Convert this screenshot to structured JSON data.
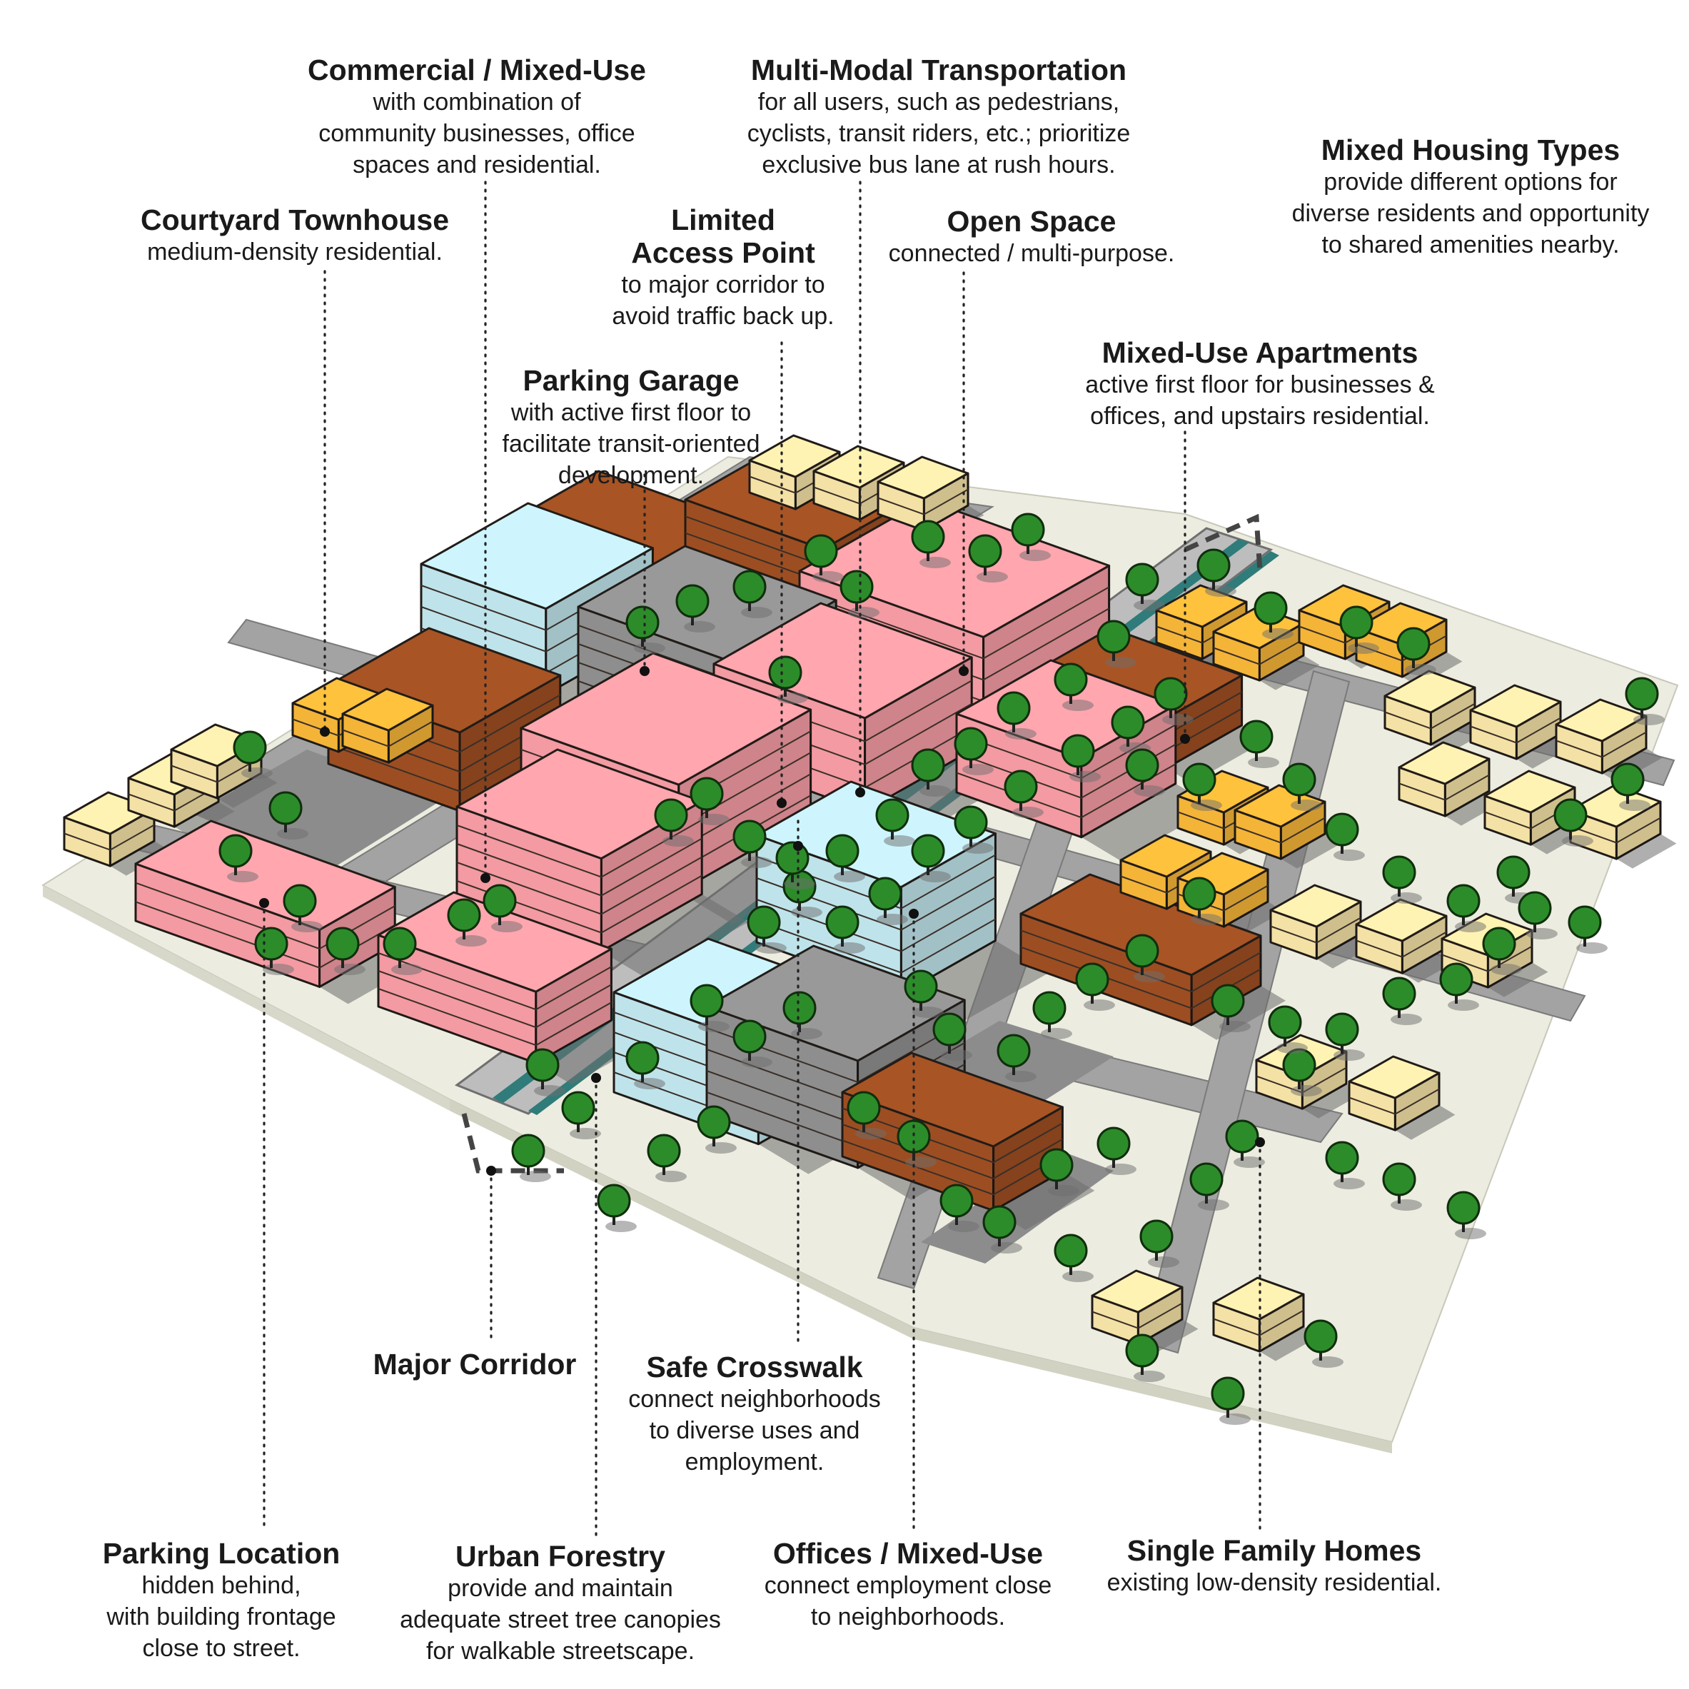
{
  "labels": [
    {
      "id": "commercial-mixed-use",
      "title": "Commercial / Mixed-Use",
      "desc": [
        "with combination of",
        "community businesses, office",
        "spaces and residential."
      ]
    },
    {
      "id": "multi-modal-transportation",
      "title": "Multi-Modal Transportation",
      "desc": [
        "for all users, such as pedestrians,",
        "cyclists, transit riders, etc.; prioritize",
        "exclusive bus lane at rush hours."
      ]
    },
    {
      "id": "mixed-housing-types",
      "title": "Mixed Housing Types",
      "desc": [
        "provide different options for",
        "diverse residents and opportunity",
        "to shared amenities nearby."
      ]
    },
    {
      "id": "courtyard-townhouse",
      "title": "Courtyard Townhouse",
      "desc": [
        "medium-density residential."
      ]
    },
    {
      "id": "limited-access-point",
      "title": "Limited\nAccess Point",
      "desc": [
        "to major corridor to",
        "avoid traffic back up."
      ]
    },
    {
      "id": "open-space",
      "title": "Open Space",
      "desc": [
        "connected / multi-purpose."
      ]
    },
    {
      "id": "mixed-use-apartments",
      "title": "Mixed-Use Apartments",
      "desc": [
        "active first floor for businesses &",
        "offices, and upstairs residential."
      ]
    },
    {
      "id": "parking-garage",
      "title": "Parking Garage",
      "desc": [
        "with active first floor to",
        "facilitate transit-oriented",
        "development."
      ]
    },
    {
      "id": "major-corridor",
      "title": "Major Corridor",
      "desc": []
    },
    {
      "id": "safe-crosswalk",
      "title": "Safe Crosswalk",
      "desc": [
        "connect neighborhoods",
        "to diverse uses and",
        "employment."
      ]
    },
    {
      "id": "parking-location",
      "title": "Parking Location",
      "desc": [
        "hidden behind,",
        "with building frontage",
        "close to street."
      ]
    },
    {
      "id": "urban-forestry",
      "title": "Urban Forestry",
      "desc": [
        "provide and maintain",
        "adequate street tree canopies",
        "for walkable streetscape."
      ]
    },
    {
      "id": "offices-mixed-use",
      "title": "Offices / Mixed-Use",
      "desc": [
        "connect employment close",
        "to neighborhoods."
      ]
    },
    {
      "id": "single-family-homes",
      "title": "Single Family Homes",
      "desc": [
        "existing low-density residential."
      ]
    }
  ],
  "colors": {
    "ground": "#ecece0",
    "road": "#a3a3a3",
    "parking": "#8c8c8c",
    "shadow": "#6e6e6e",
    "pink": "#f39aa2",
    "brown": "#9c4e22",
    "blue": "#bfe3ea",
    "gray_bld": "#8e8e8e",
    "orange": "#f3b438",
    "cream": "#f4e1a6",
    "green": "#3e7a26",
    "tree": "#2c8c2a",
    "bus_lane": "#2f7c7a"
  }
}
